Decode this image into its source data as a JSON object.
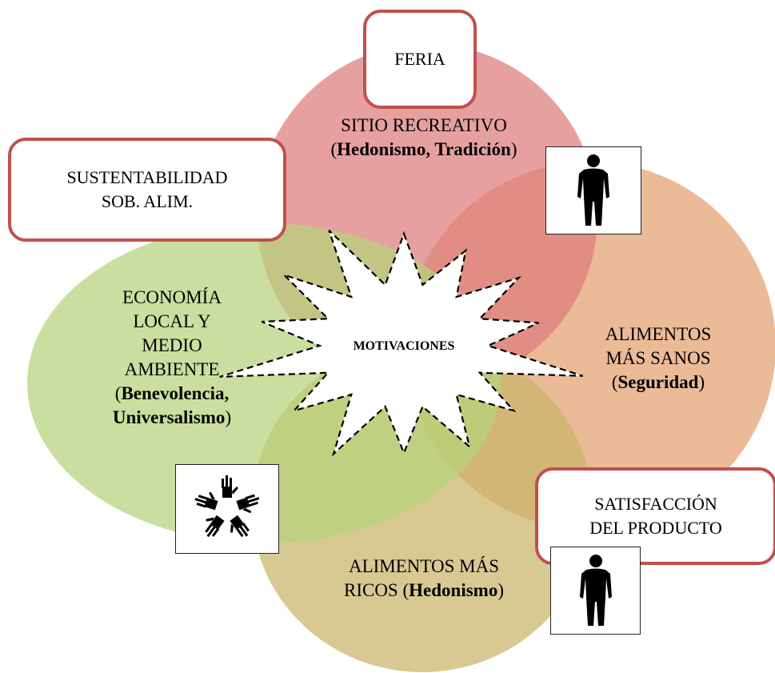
{
  "colors": {
    "top_circle": "#dd7b7b",
    "right_circle": "#e3a06f",
    "bottom_circle": "#c9b46a",
    "left_circle": "#b5d27a",
    "box_border": "#c0504d"
  },
  "center": {
    "label": "MOTIVACIONES"
  },
  "circles": {
    "top": {
      "line1": "SITIO RECREATIVO",
      "value_bold": "Hedonismo, Tradición"
    },
    "right": {
      "line1": "ALIMENTOS",
      "line2": "MÁS SANOS",
      "value_bold": "Seguridad"
    },
    "bottom": {
      "line1": "ALIMENTOS MÁS",
      "line2_prefix": "RICOS",
      "value_bold": "Hedonismo"
    },
    "left": {
      "line1": "ECONOMÍA",
      "line2": "LOCAL Y",
      "line3": "MEDIO",
      "line4": "AMBIENTE",
      "value_bold_1": "Benevolencia,",
      "value_bold_2": "Universalismo"
    }
  },
  "boxes": {
    "feria": "FERIA",
    "sustentabilidad_line1": "SUSTENTABILIDAD",
    "sustentabilidad_line2": "SOB. ALIM.",
    "satisfaccion_line1": "SATISFACCIÓN",
    "satisfaccion_line2": "DEL PRODUCTO"
  },
  "icons": [
    "person-icon",
    "person-icon",
    "hands-circle-icon"
  ]
}
